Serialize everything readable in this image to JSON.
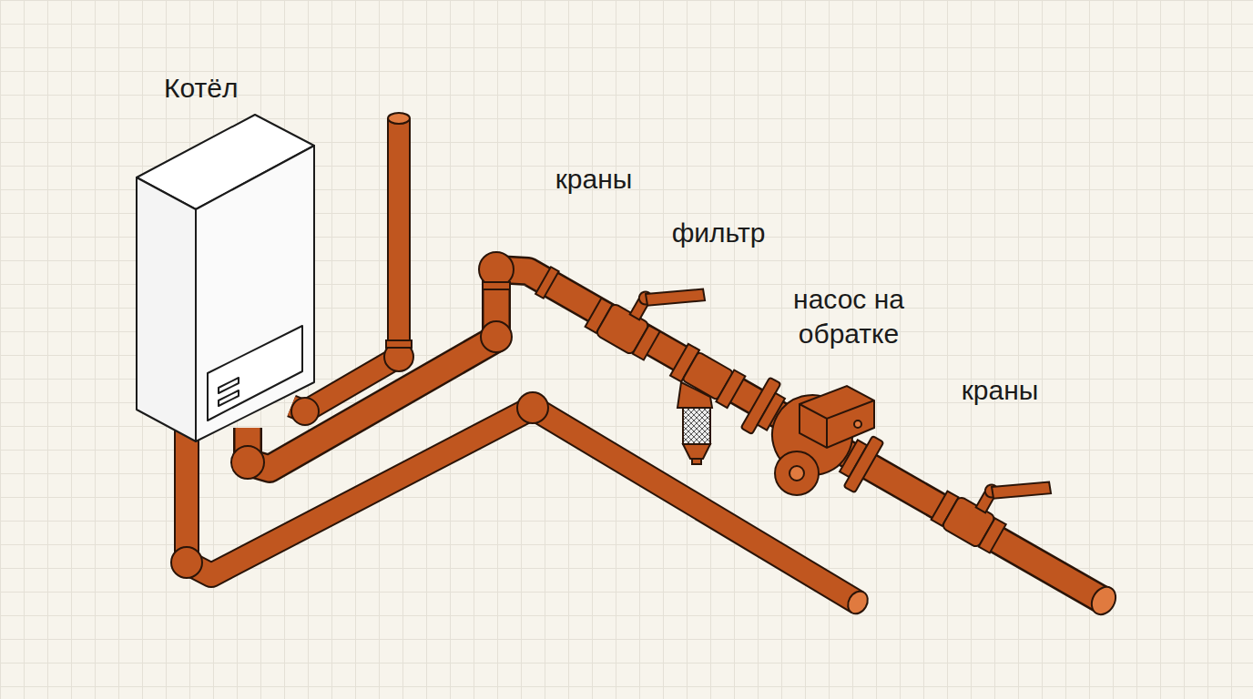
{
  "diagram": {
    "nodes": [
      {
        "text": [
          "Котёл"
        ]
      }
    ],
    "labels": [
      "краны",
      "фильтр",
      "насос на обратке",
      "краны"
    ]
  }
}
